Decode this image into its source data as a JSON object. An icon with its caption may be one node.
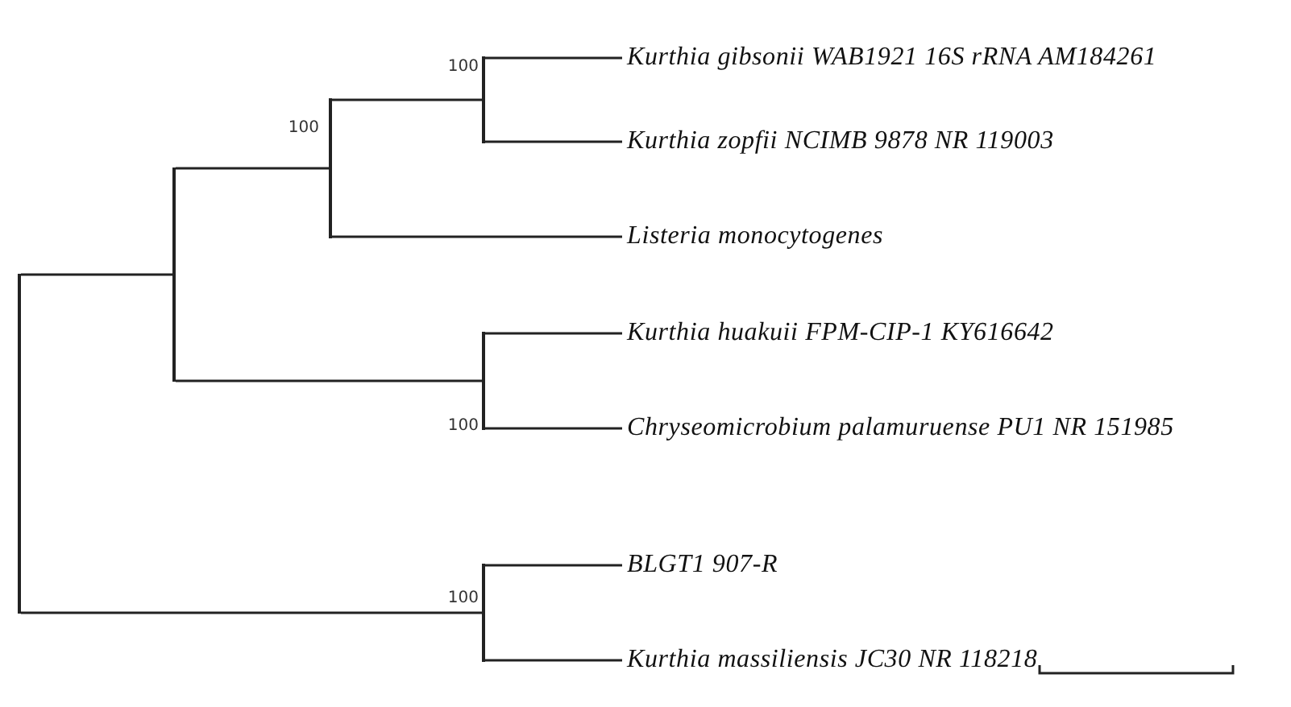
{
  "diagram": {
    "nodes": [
      {
        "text": [
          "Kurthia gibsonii WAB1921 16S rRNA AM184261"
        ]
      },
      {
        "text": [
          "Kurthia zopfii NCIMB 9878 NR 119003"
        ]
      },
      {
        "text": [
          "Listeria monocytogenes"
        ]
      },
      {
        "text": [
          "Kurthia huakuii FPM-CIP-1 KY616642"
        ]
      },
      {
        "text": [
          "Chryseomicrobium palamuruense PU1 NR 151985"
        ]
      },
      {
        "text": [
          "BLGT1 907-R"
        ]
      },
      {
        "text": [
          "Kurthia massiliensis JC30 NR 118218"
        ]
      },
      {
        "text": [],
        "shape": "line"
      },
      {
        "text": [],
        "shape": "line"
      },
      {
        "text": [],
        "shape": "line",
        "beside": [
          "100"
        ]
      },
      {
        "text": [],
        "shape": "line",
        "beside": [
          "100"
        ]
      },
      {
        "text": [],
        "shape": "line",
        "beside": [
          "100"
        ]
      },
      {
        "text": [],
        "shape": "line",
        "beside": [
          "100"
        ]
      }
    ],
    "edges": [
      {
        "from": 7,
        "to": 8,
        "arrow": "none"
      },
      {
        "from": 7,
        "to": 12,
        "arrow": "none"
      },
      {
        "from": 8,
        "to": 9,
        "arrow": "none"
      },
      {
        "from": 8,
        "to": 11,
        "arrow": "none"
      },
      {
        "from": 9,
        "to": 10,
        "arrow": "none"
      },
      {
        "from": 9,
        "to": 2,
        "arrow": "none"
      },
      {
        "from": 10,
        "to": 0,
        "arrow": "none"
      },
      {
        "from": 10,
        "to": 1,
        "arrow": "none"
      },
      {
        "from": 11,
        "to": 3,
        "arrow": "none"
      },
      {
        "from": 11,
        "to": 4,
        "arrow": "none"
      },
      {
        "from": 12,
        "to": 5,
        "arrow": "none"
      },
      {
        "from": 12,
        "to": 6,
        "arrow": "none"
      }
    ]
  }
}
